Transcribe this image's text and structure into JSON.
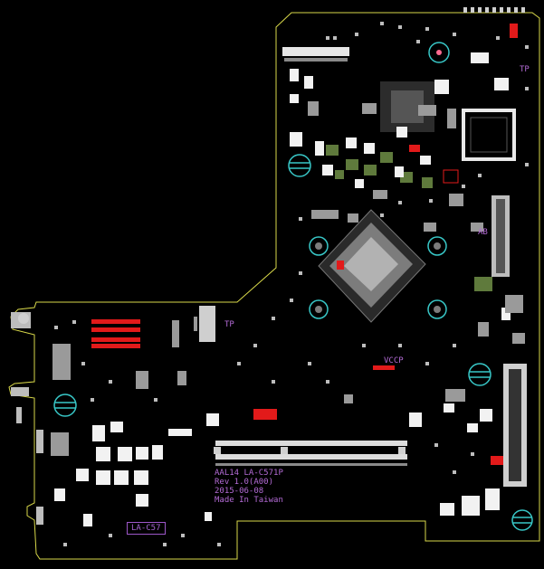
{
  "board": {
    "labels": {
      "part_no": "AAL14 LA-C571P",
      "revision": "Rev 1.0(A00)",
      "date": "2015-06-08",
      "origin": "Made In Taiwan",
      "model_box": "LA-C57",
      "tp_upper": "TP",
      "tp_mid": "TP",
      "ab_mark": "AB",
      "connector_tag": "VCCP"
    },
    "colors": {
      "background": "#000000",
      "outline": "#d9d94a",
      "pad_white": "#f2f2f2",
      "pad_red": "#e21a1a",
      "pad_green": "#5f7a3c",
      "pad_gray": "#9a9a9a",
      "silkscreen": "#b46bd6",
      "mounting_hole": "#38c7c7",
      "hole_center": "#ff6a8f"
    }
  }
}
